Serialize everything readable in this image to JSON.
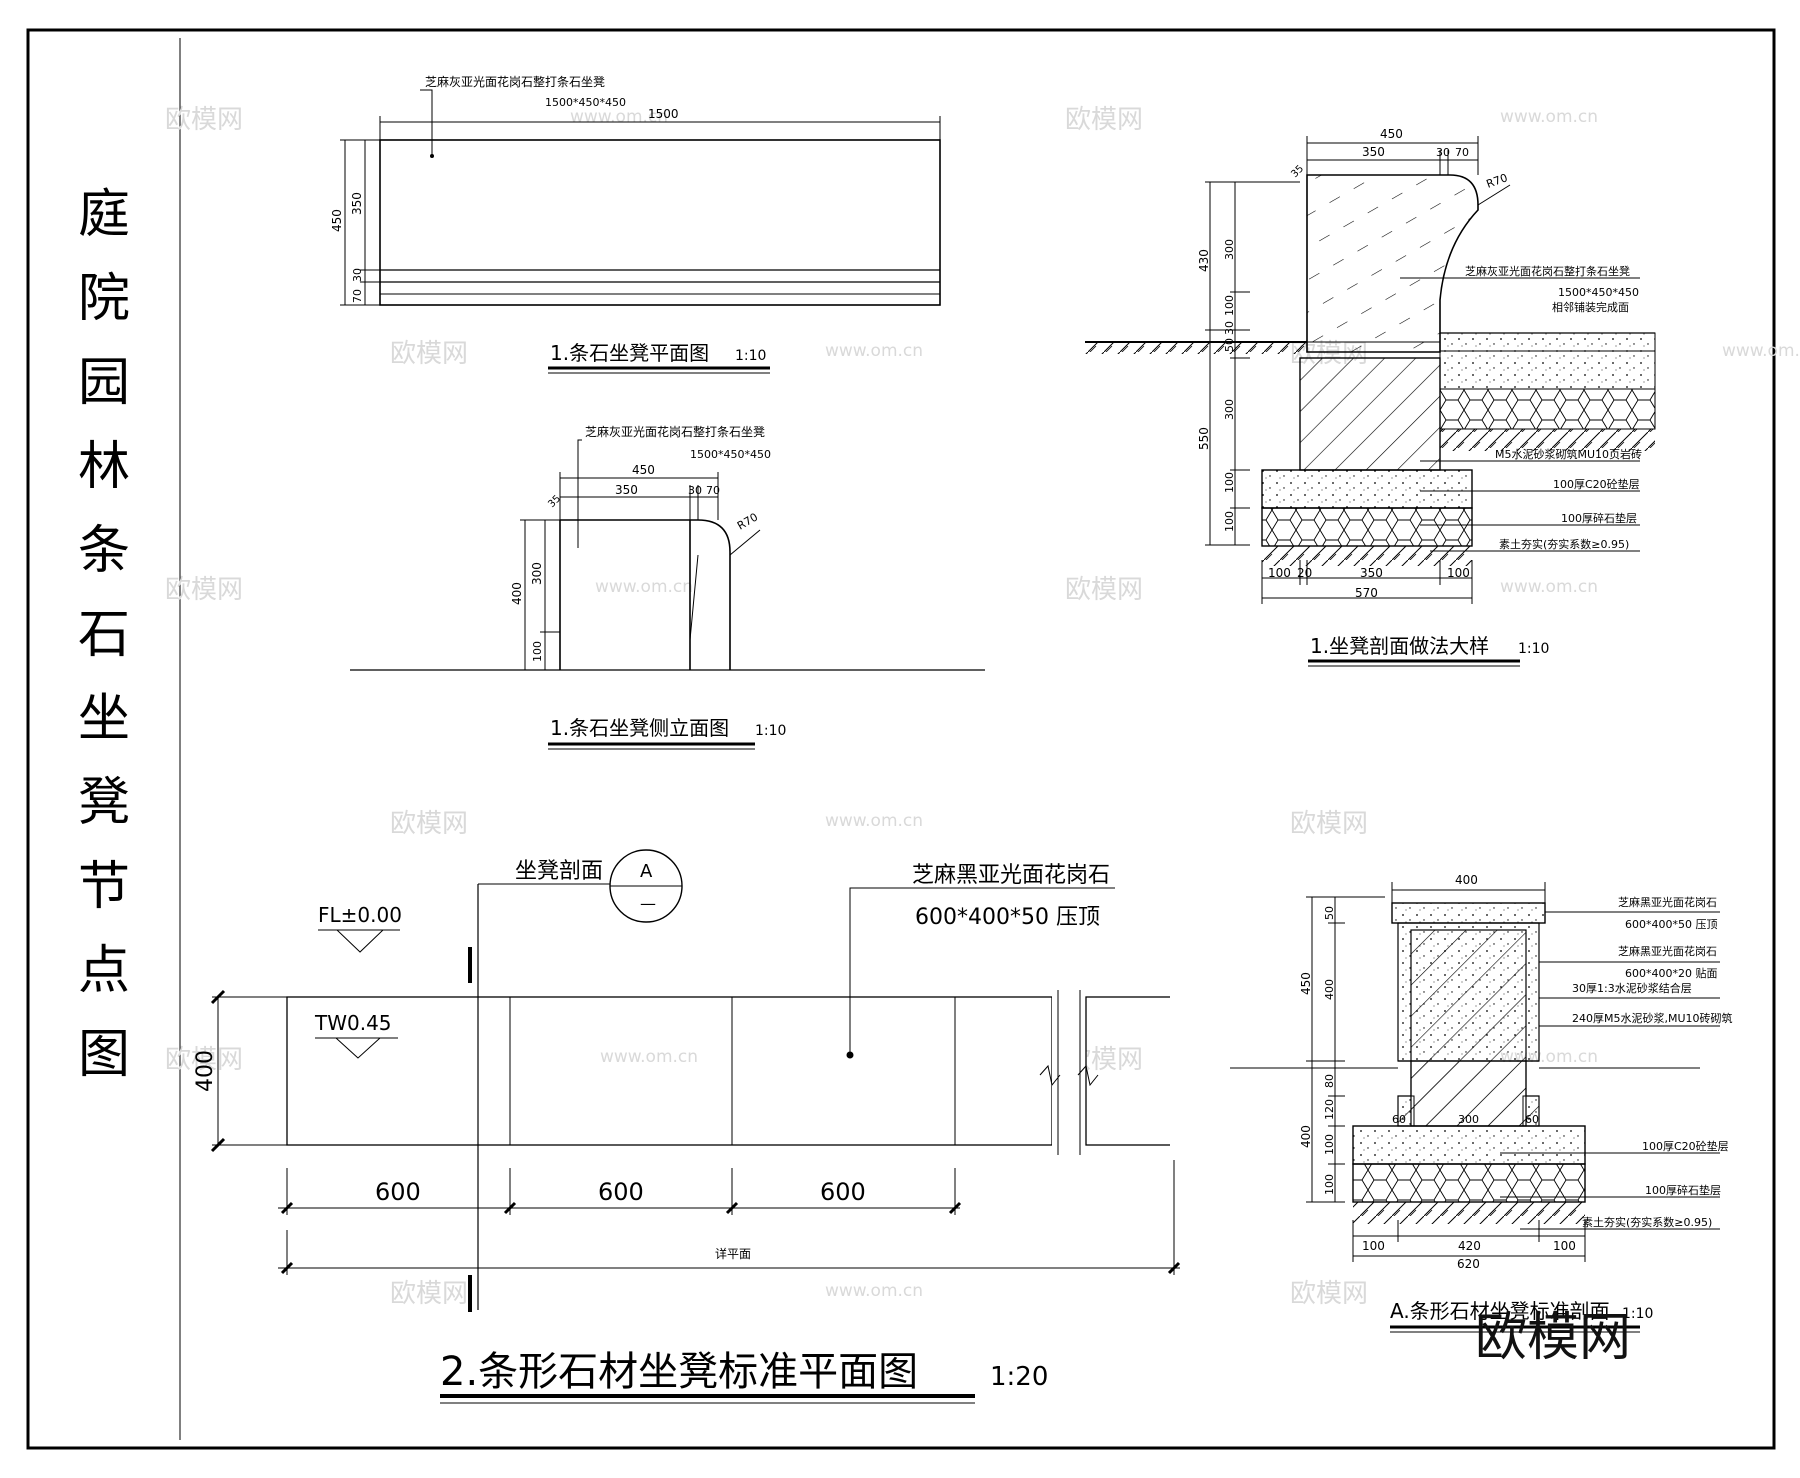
{
  "sheet_title": [
    "庭",
    "院",
    "园",
    "林",
    "条",
    "石",
    "坐",
    "凳",
    "节",
    "点",
    "图"
  ],
  "plan": {
    "note": "芝麻灰亚光面花岗石整打条石坐凳",
    "size": "1500*450*450",
    "dim_len": "1500",
    "dim_h_total": "450",
    "dim_350": "350",
    "dim_70": "70",
    "dim_30": "30",
    "title": "1.条石坐凳平面图",
    "scale": "1:10"
  },
  "elev": {
    "note": "芝麻灰亚光面花岗石整打条石坐凳",
    "size": "1500*450*450",
    "dim_450": "450",
    "dim_350": "350",
    "dim_30": "30",
    "dim_70": "70",
    "dim_r": "R70",
    "dim_r35": "35",
    "dim_400": "400",
    "dim_300": "300",
    "dim_100": "100",
    "title": "1.条石坐凳侧立面图",
    "scale": "1:10"
  },
  "section1": {
    "dim_450": "450",
    "dim_350": "350",
    "dim_30": "30",
    "dim_70": "70",
    "dim_r": "R70",
    "dim_r35": "35",
    "dims_left": [
      "300",
      "100",
      "30",
      "50",
      "300",
      "100",
      "100"
    ],
    "dims_left_total": [
      "430",
      "550"
    ],
    "dims_bottom": [
      "100",
      "20",
      "350",
      "100"
    ],
    "dim_570": "570",
    "labels": [
      "芝麻灰亚光面花岗石整打条石坐凳",
      "1500*450*450",
      "相邻铺装完成面",
      "M5水泥砂浆砌筑MU10页岩砖",
      "100厚C20砼垫层",
      "100厚碎石垫层",
      "素土夯实(夯实系数≥0.95)"
    ],
    "title": "1.坐凳剖面做法大样",
    "scale": "1:10"
  },
  "plan2": {
    "section_label": "坐凳剖面",
    "callout_top": "A",
    "callout_bottom": "—",
    "stone_label": "芝麻黑亚光面花岗石",
    "stone_size": "600*400*50 压顶",
    "fl": "FL±0.00",
    "tw": "TW0.45",
    "dim_400": "400",
    "dims": [
      "600",
      "600",
      "600"
    ],
    "dim_total": "详平面",
    "title": "2.条形石材坐凳标准平面图",
    "scale": "1:20"
  },
  "sectionA": {
    "dim_400_top": "400",
    "dims_left": [
      "50",
      "400",
      "80",
      "120",
      "100",
      "100"
    ],
    "dims_left_total": [
      "450",
      "400"
    ],
    "dims_mid": [
      "60",
      "300",
      "60"
    ],
    "dims_bottom": [
      "100",
      "420",
      "100"
    ],
    "dim_620": "620",
    "labels": [
      "芝麻黑亚光面花岗石",
      "600*400*50 压顶",
      "芝麻黑亚光面花岗石",
      "600*400*20 贴面",
      "30厚1:3水泥砂浆结合层",
      "240厚M5水泥砂浆,MU10砖砌筑",
      "100厚C20砼垫层",
      "100厚碎石垫层",
      "素土夯实(夯实系数≥0.95)"
    ],
    "title": "A.条形石材坐凳标准剖面",
    "scale": "1:10"
  },
  "watermark": {
    "logo": "欧模网",
    "url": "www.om.cn",
    "big": "欧模网"
  }
}
